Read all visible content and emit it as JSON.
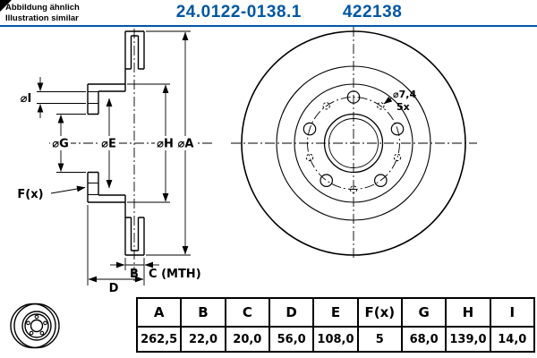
{
  "header": {
    "part_number": "24.0122-0138.1",
    "ref_number": "422138",
    "note_line1": "Abbildung ähnlich",
    "note_line2": "Illustration similar"
  },
  "drawing": {
    "labels": {
      "dia_i": "⌀I",
      "dia_g": "⌀G",
      "dia_e": "⌀E",
      "dia_h": "⌀H",
      "dia_a": "⌀A",
      "f_x": "F(x)",
      "b": "B",
      "c_mth": "C (MTH)",
      "d": "D",
      "hole_dia": "⌀7,4",
      "hole_count": "5x"
    }
  },
  "table": {
    "columns": [
      "A",
      "B",
      "C",
      "D",
      "E",
      "F(x)",
      "G",
      "H",
      "I"
    ],
    "values": [
      "262,5",
      "22,0",
      "20,0",
      "56,0",
      "108,0",
      "5",
      "68,0",
      "139,0",
      "14,0"
    ]
  },
  "colors": {
    "accent_blue": "#0057a5",
    "line_black": "#000000"
  }
}
